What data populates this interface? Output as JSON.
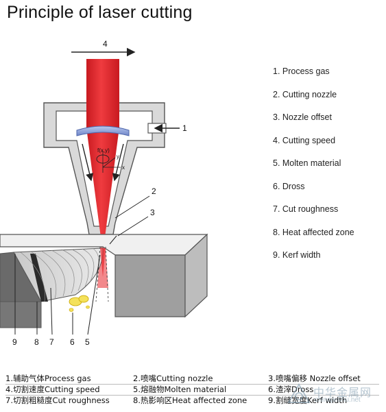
{
  "title": "Principle of laser cutting",
  "legend": [
    "1. Process gas",
    "2. Cutting nozzle",
    "3. Nozzle offset",
    "4. Cutting speed",
    "5. Molten material",
    "6. Dross",
    "7. Cut roughness",
    "8. Heat affected zone",
    "9. Kerf width"
  ],
  "callouts": {
    "n1": "1",
    "n2": "2",
    "n3": "3",
    "n4": "4",
    "n5": "5",
    "n6": "6",
    "n7": "7",
    "n8": "8",
    "n9": "9"
  },
  "beam_labels": {
    "focus": "f(x,y)",
    "y_axis": "y",
    "x_axis": "x"
  },
  "bottom_table": [
    [
      "1.辅助气体Process gas",
      "2.喷嘴Cutting nozzle",
      "3.喷嘴偏移 Nozzle offset"
    ],
    [
      "4.切割速度Cutting speed",
      "5.熔融物Molten material",
      "6.渣滓Dross"
    ],
    [
      "7.切割粗糙度Cut roughness",
      "8.热影响区Heat affected zone",
      "9.割缝宽度Kerf width"
    ]
  ],
  "watermark": {
    "text": "中华金属网",
    "url": "chinajinshu.net"
  },
  "colors": {
    "beam": "#e8262c",
    "nozzle": "#d7d7d7",
    "lens": "#8fa5dc",
    "workpiece": "#a9a9a9",
    "dross": "#f4e15a"
  }
}
